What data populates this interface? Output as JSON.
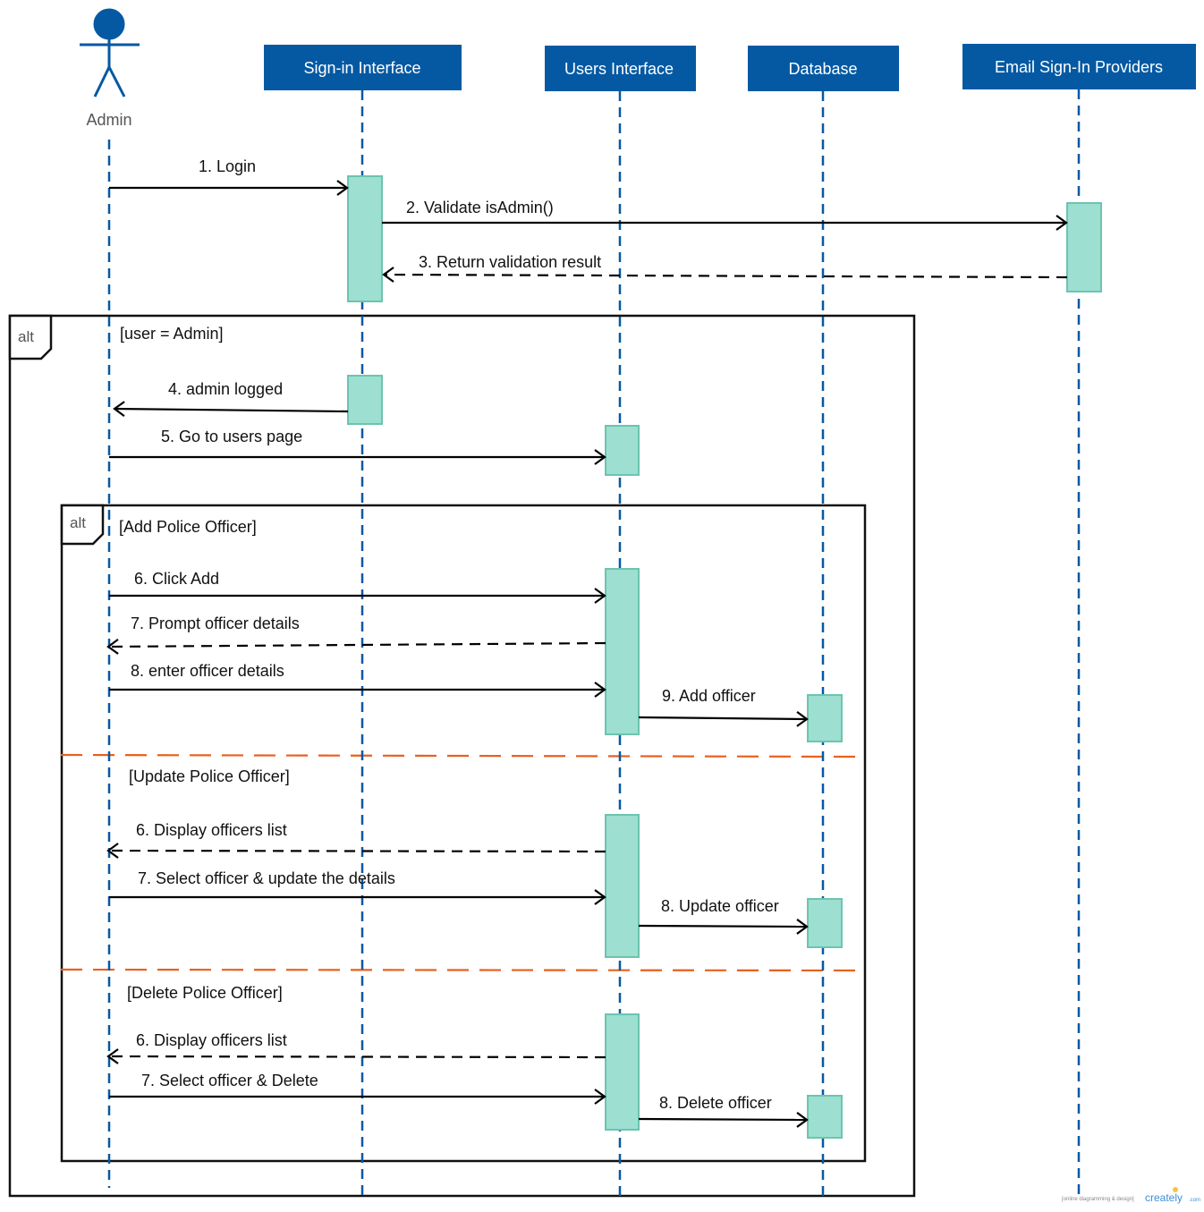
{
  "colors": {
    "participant_header": "#0559a3",
    "activation": "#9ddfd0",
    "lifeline": "#0559a3",
    "separator": "#e8601c"
  },
  "actor": {
    "label": "Admin",
    "icon": "stick-figure-icon"
  },
  "participants": [
    "Sign-in Interface",
    "Users Interface",
    "Database",
    "Email Sign-In Providers"
  ],
  "messages": {
    "m1": "1. Login",
    "m2": "2. Validate isAdmin()",
    "m3": "3. Return validation result",
    "m4": "4. admin logged",
    "m5": "5. Go to users page",
    "add": {
      "m6": "6. Click Add",
      "m7": "7. Prompt officer details",
      "m8": "8. enter officer details",
      "m9": "9. Add officer"
    },
    "update": {
      "m6": "6. Display officers list",
      "m7": "7. Select officer & update the details",
      "m8": "8. Update officer"
    },
    "delete": {
      "m6": "6. Display officers list",
      "m7": "7. Select officer & Delete",
      "m8": "8. Delete officer"
    }
  },
  "fragments": {
    "outer": {
      "operator": "alt",
      "guard": "[user = Admin]"
    },
    "inner": {
      "operator": "alt",
      "guards": [
        "[Add Police Officer]",
        "[Update Police Officer]",
        "[Delete Police Officer]"
      ]
    }
  },
  "watermark": {
    "tagline": "[online diagramming & design]",
    "brand": "creately",
    "suffix": ".com"
  }
}
